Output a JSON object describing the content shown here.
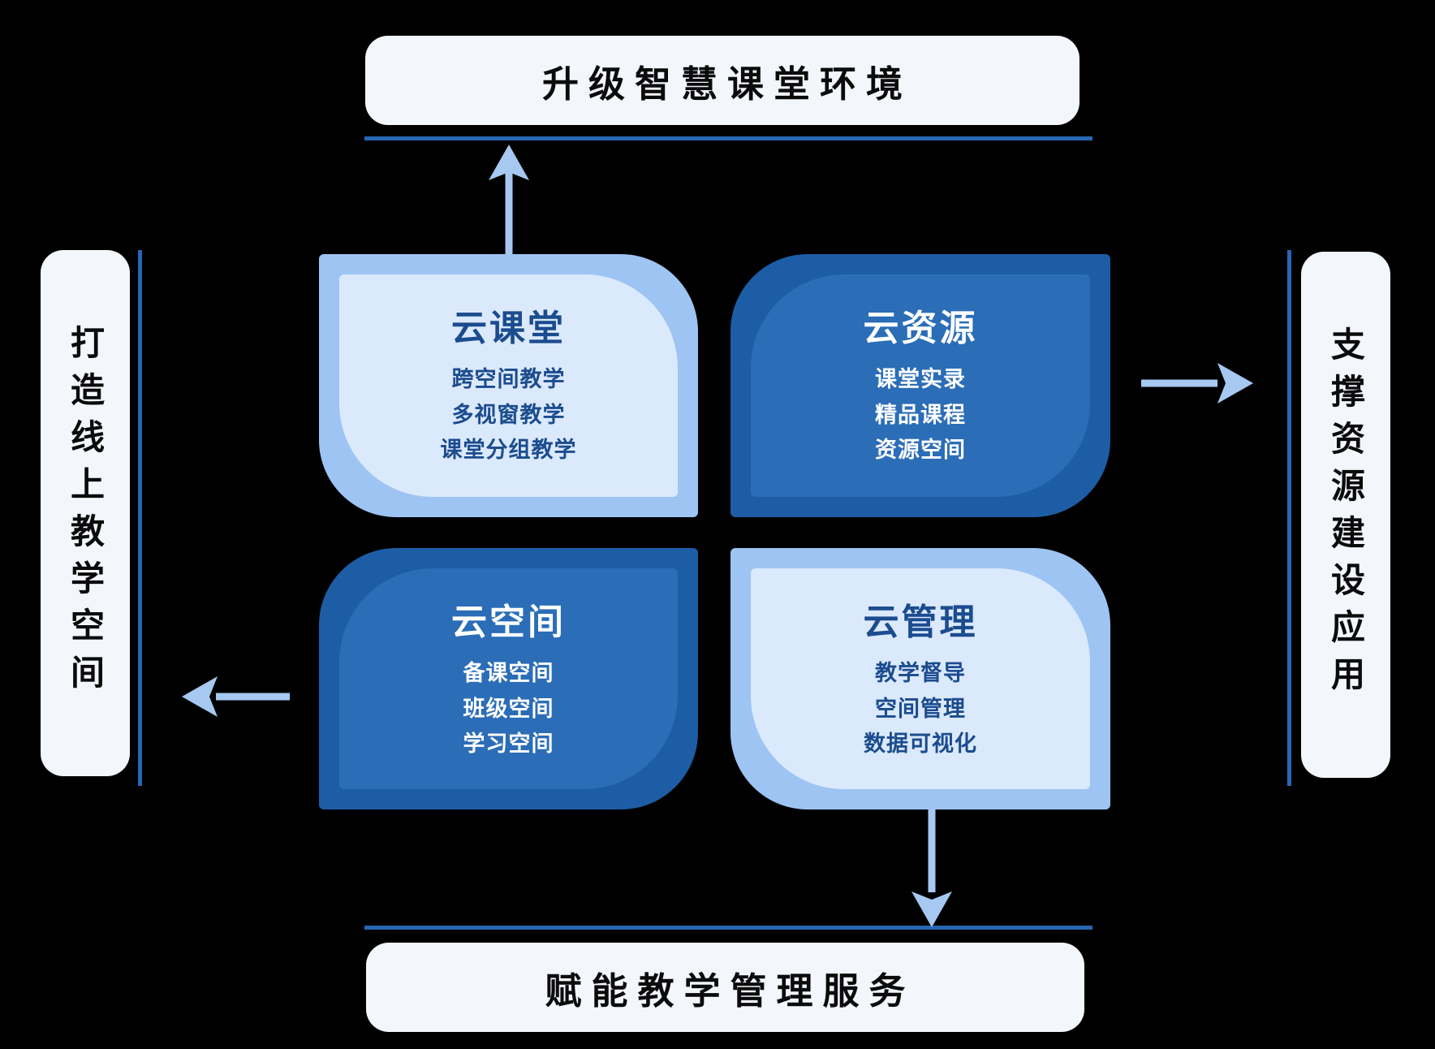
{
  "banners": {
    "top": {
      "label": "升级智慧课堂环境"
    },
    "bottom": {
      "label": "赋能教学管理服务"
    },
    "left": {
      "label": "打造线上教学空间"
    },
    "right": {
      "label": "支撑资源建设应用"
    }
  },
  "cards": [
    {
      "id": "cloud-classroom",
      "title": "云课堂",
      "variant": "light",
      "items": [
        "跨空间教学",
        "多视窗教学",
        "课堂分组教学"
      ]
    },
    {
      "id": "cloud-resources",
      "title": "云资源",
      "variant": "dark",
      "items": [
        "课堂实录",
        "精品课程",
        "资源空间"
      ]
    },
    {
      "id": "cloud-space",
      "title": "云空间",
      "variant": "dark",
      "items": [
        "备课空间",
        "班级空间",
        "学习空间"
      ]
    },
    {
      "id": "cloud-management",
      "title": "云管理",
      "variant": "light",
      "items": [
        "教学督导",
        "空间管理",
        "数据可视化"
      ]
    }
  ],
  "arrows": [
    {
      "direction": "up",
      "from": "cloud-classroom",
      "to": "top-banner"
    },
    {
      "direction": "right",
      "from": "cloud-resources",
      "to": "right-banner"
    },
    {
      "direction": "left",
      "from": "cloud-space",
      "to": "left-banner"
    },
    {
      "direction": "down",
      "from": "cloud-management",
      "to": "bottom-banner"
    }
  ],
  "colors": {
    "background": "#000000",
    "banner_fill": "#F3F6FB",
    "banner_text": "#0B0B0C",
    "card_light_outer": "#9DC4F2",
    "card_light_inner": "#DBE9FC",
    "card_dark_outer": "#1D5DA6",
    "card_dark_inner": "#2B6DB7",
    "navy_text": "#1B4C8E",
    "white_text": "#FFFFFF",
    "connector_line": "#2766B2",
    "arrow": "#A6C8F1"
  }
}
